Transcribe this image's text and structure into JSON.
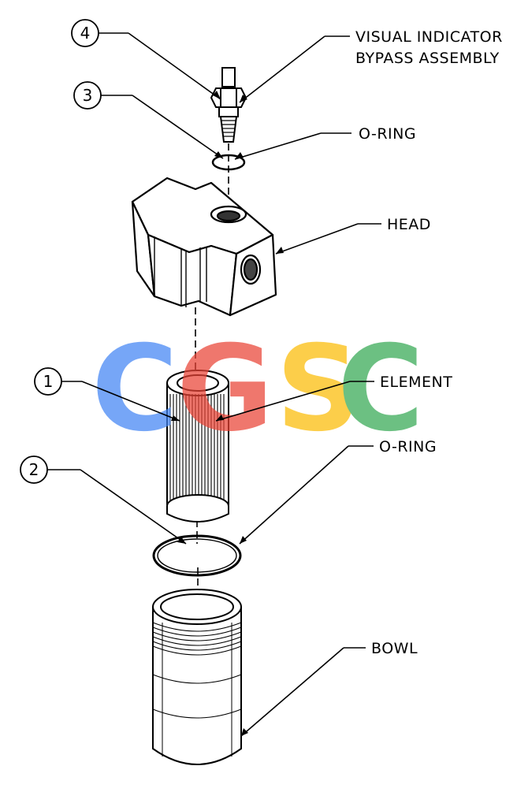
{
  "callouts": [
    {
      "number": "4",
      "label_lines": [
        "VISUAL INDICATOR",
        "BYPASS ASSEMBLY"
      ]
    },
    {
      "number": "3",
      "label_lines": [
        "O-RING"
      ]
    },
    {
      "number": "",
      "label_lines": [
        "HEAD"
      ]
    },
    {
      "number": "1",
      "label_lines": [
        "ELEMENT"
      ]
    },
    {
      "number": "2",
      "label_lines": [
        "O-RING"
      ]
    },
    {
      "number": "",
      "label_lines": [
        "BOWL"
      ]
    }
  ],
  "watermark": {
    "letters": [
      "C",
      "G",
      "S",
      "C"
    ],
    "colors": [
      "#4285F4",
      "#EA4335",
      "#FBBC05",
      "#34A853"
    ]
  }
}
